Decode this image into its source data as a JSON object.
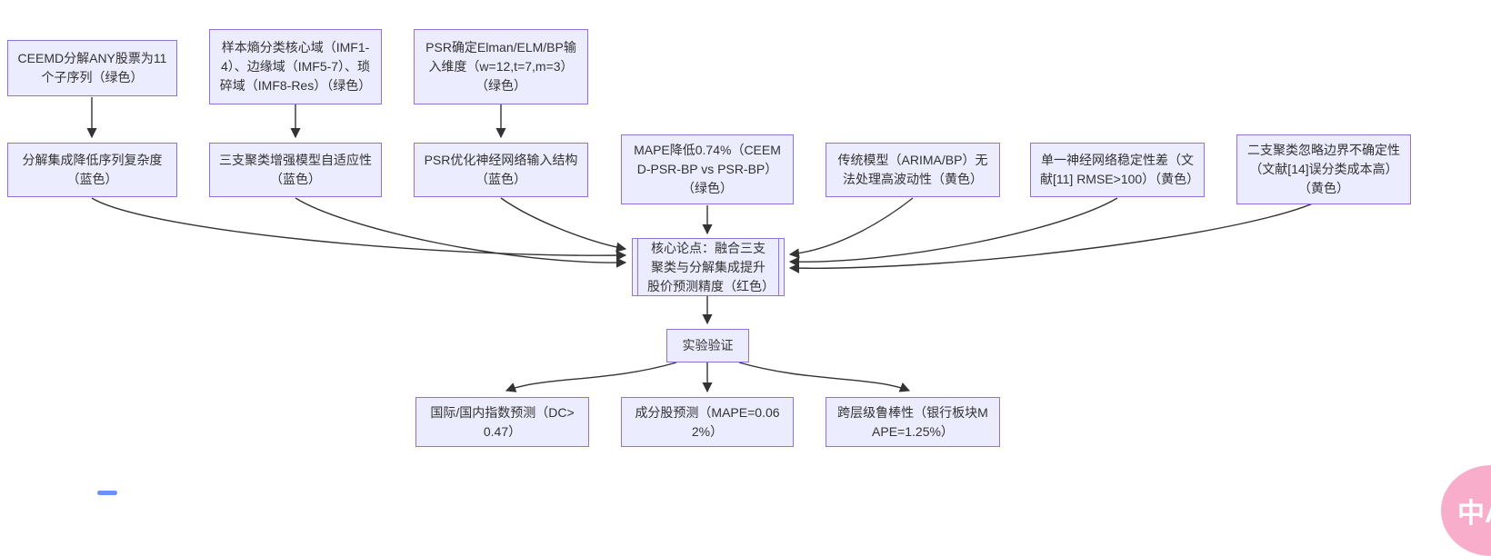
{
  "palette": {
    "node_fill": "#ECECFF",
    "node_border": "#9370DB",
    "text_color": "#333333",
    "arrow_color": "#333333",
    "badge_pink": "#F8AECB",
    "accent_blue": "#4D7CFE",
    "background": "#ffffff"
  },
  "diagram": {
    "nodes": {
      "ceemd": {
        "label": "CEEMD分解ANY股票为11个子序列（绿色）"
      },
      "entropy": {
        "label": "样本熵分类核心域（IMF1-4）、边缘域（IMF5-7）、琐碎域（IMF8-Res）（绿色）"
      },
      "psr_dim": {
        "label": "PSR确定Elman/ELM/BP输入维度（w=12,t=7,m=3）（绿色）"
      },
      "decomp": {
        "label": "分解集成降低序列复杂度（蓝色）"
      },
      "threeway": {
        "label": "三支聚类增强模型自适应性（蓝色）"
      },
      "psr_opt": {
        "label": "PSR优化神经网络输入结构（蓝色）"
      },
      "mape": {
        "label": "MAPE降低0.74%（CEEMD-PSR-BP vs PSR-BP）（绿色）"
      },
      "traditional": {
        "label": "传统模型（ARIMA/BP）无法处理高波动性（黄色）"
      },
      "single_nn": {
        "label": "单一神经网络稳定性差（文献[11] RMSE>100）（黄色）"
      },
      "twoway": {
        "label": "二支聚类忽略边界不确定性（文献[14]误分类成本高）（黄色）"
      },
      "core": {
        "label": "核心论点：融合三支聚类与分解集成提升股价预测精度（红色）"
      },
      "experiment": {
        "label": "实验验证"
      },
      "index_pred": {
        "label": "国际/国内指数预测（DC>0.47）"
      },
      "stock_pred": {
        "label": "成分股预测（MAPE=0.062%）"
      },
      "robustness": {
        "label": "跨层级鲁棒性（银行板块MAPE=1.25%）"
      }
    },
    "edges": [
      {
        "from": "ceemd",
        "to": "decomp"
      },
      {
        "from": "entropy",
        "to": "threeway"
      },
      {
        "from": "psr_dim",
        "to": "psr_opt"
      },
      {
        "from": "decomp",
        "to": "core"
      },
      {
        "from": "threeway",
        "to": "core"
      },
      {
        "from": "psr_opt",
        "to": "core"
      },
      {
        "from": "mape",
        "to": "core"
      },
      {
        "from": "traditional",
        "to": "core"
      },
      {
        "from": "single_nn",
        "to": "core"
      },
      {
        "from": "twoway",
        "to": "core"
      },
      {
        "from": "core",
        "to": "experiment"
      },
      {
        "from": "experiment",
        "to": "index_pred"
      },
      {
        "from": "experiment",
        "to": "stock_pred"
      },
      {
        "from": "experiment",
        "to": "robustness"
      }
    ]
  },
  "badge": {
    "label": "中A"
  }
}
